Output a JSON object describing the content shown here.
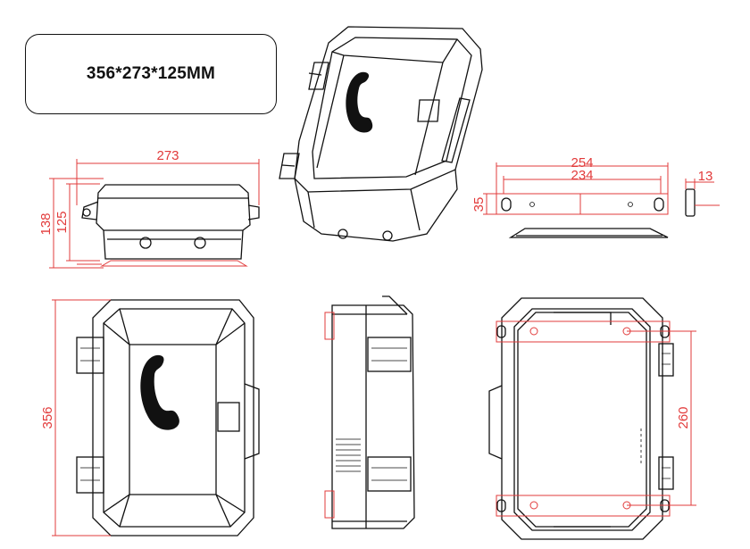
{
  "title": "356*273*125MM",
  "dimensions": {
    "width_273": "273",
    "height_138": "138",
    "height_125": "125",
    "bracket_254": "254",
    "bracket_234": "234",
    "bracket_35": "35",
    "bracket_13": "13",
    "height_356": "356",
    "holes_260": "260"
  },
  "colors": {
    "outline": "#111111",
    "dimension": "#e23b3b"
  },
  "icons": [
    "phone-handset-icon"
  ]
}
